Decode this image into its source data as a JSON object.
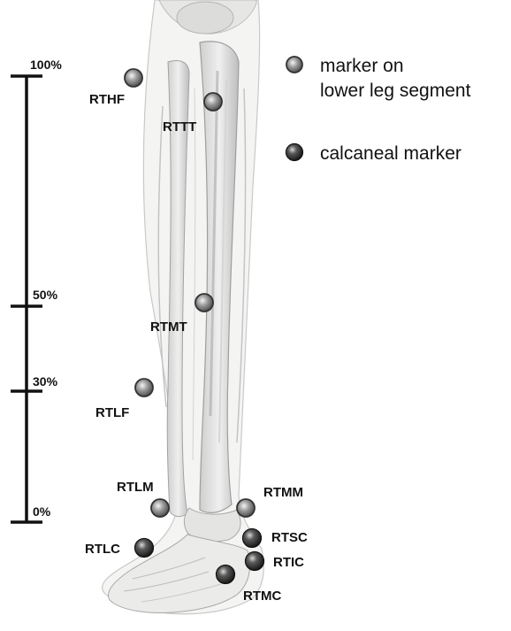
{
  "scale": {
    "ticks": [
      {
        "label": "100%"
      },
      {
        "label": "50%"
      },
      {
        "label": "30%"
      },
      {
        "label": "0%"
      }
    ]
  },
  "markers": [
    {
      "id": "RTHF",
      "label": "RTHF",
      "type": "lower-leg"
    },
    {
      "id": "RTTT",
      "label": "RTTT",
      "type": "lower-leg"
    },
    {
      "id": "RTMT",
      "label": "RTMT",
      "type": "lower-leg"
    },
    {
      "id": "RTLF",
      "label": "RTLF",
      "type": "lower-leg"
    },
    {
      "id": "RTLM",
      "label": "RTLM",
      "type": "lower-leg"
    },
    {
      "id": "RTMM",
      "label": "RTMM",
      "type": "lower-leg"
    },
    {
      "id": "RTLC",
      "label": "RTLC",
      "type": "calcaneal"
    },
    {
      "id": "RTSC",
      "label": "RTSC",
      "type": "calcaneal"
    },
    {
      "id": "RTIC",
      "label": "RTIC",
      "type": "calcaneal"
    },
    {
      "id": "RTMC",
      "label": "RTMC",
      "type": "calcaneal"
    }
  ],
  "legend": {
    "lower_leg_line1": "marker on",
    "lower_leg_line2": "lower leg segment",
    "calcaneal": "calcaneal marker"
  },
  "icons": {
    "lower_leg_marker": "gray-ringed-circle-icon",
    "calcaneal_marker": "dark-sphere-icon"
  },
  "colors": {
    "lower_leg_marker": "#8a8a8a",
    "calcaneal_marker": "#2a2a2a",
    "scale_bar": "#111111"
  }
}
